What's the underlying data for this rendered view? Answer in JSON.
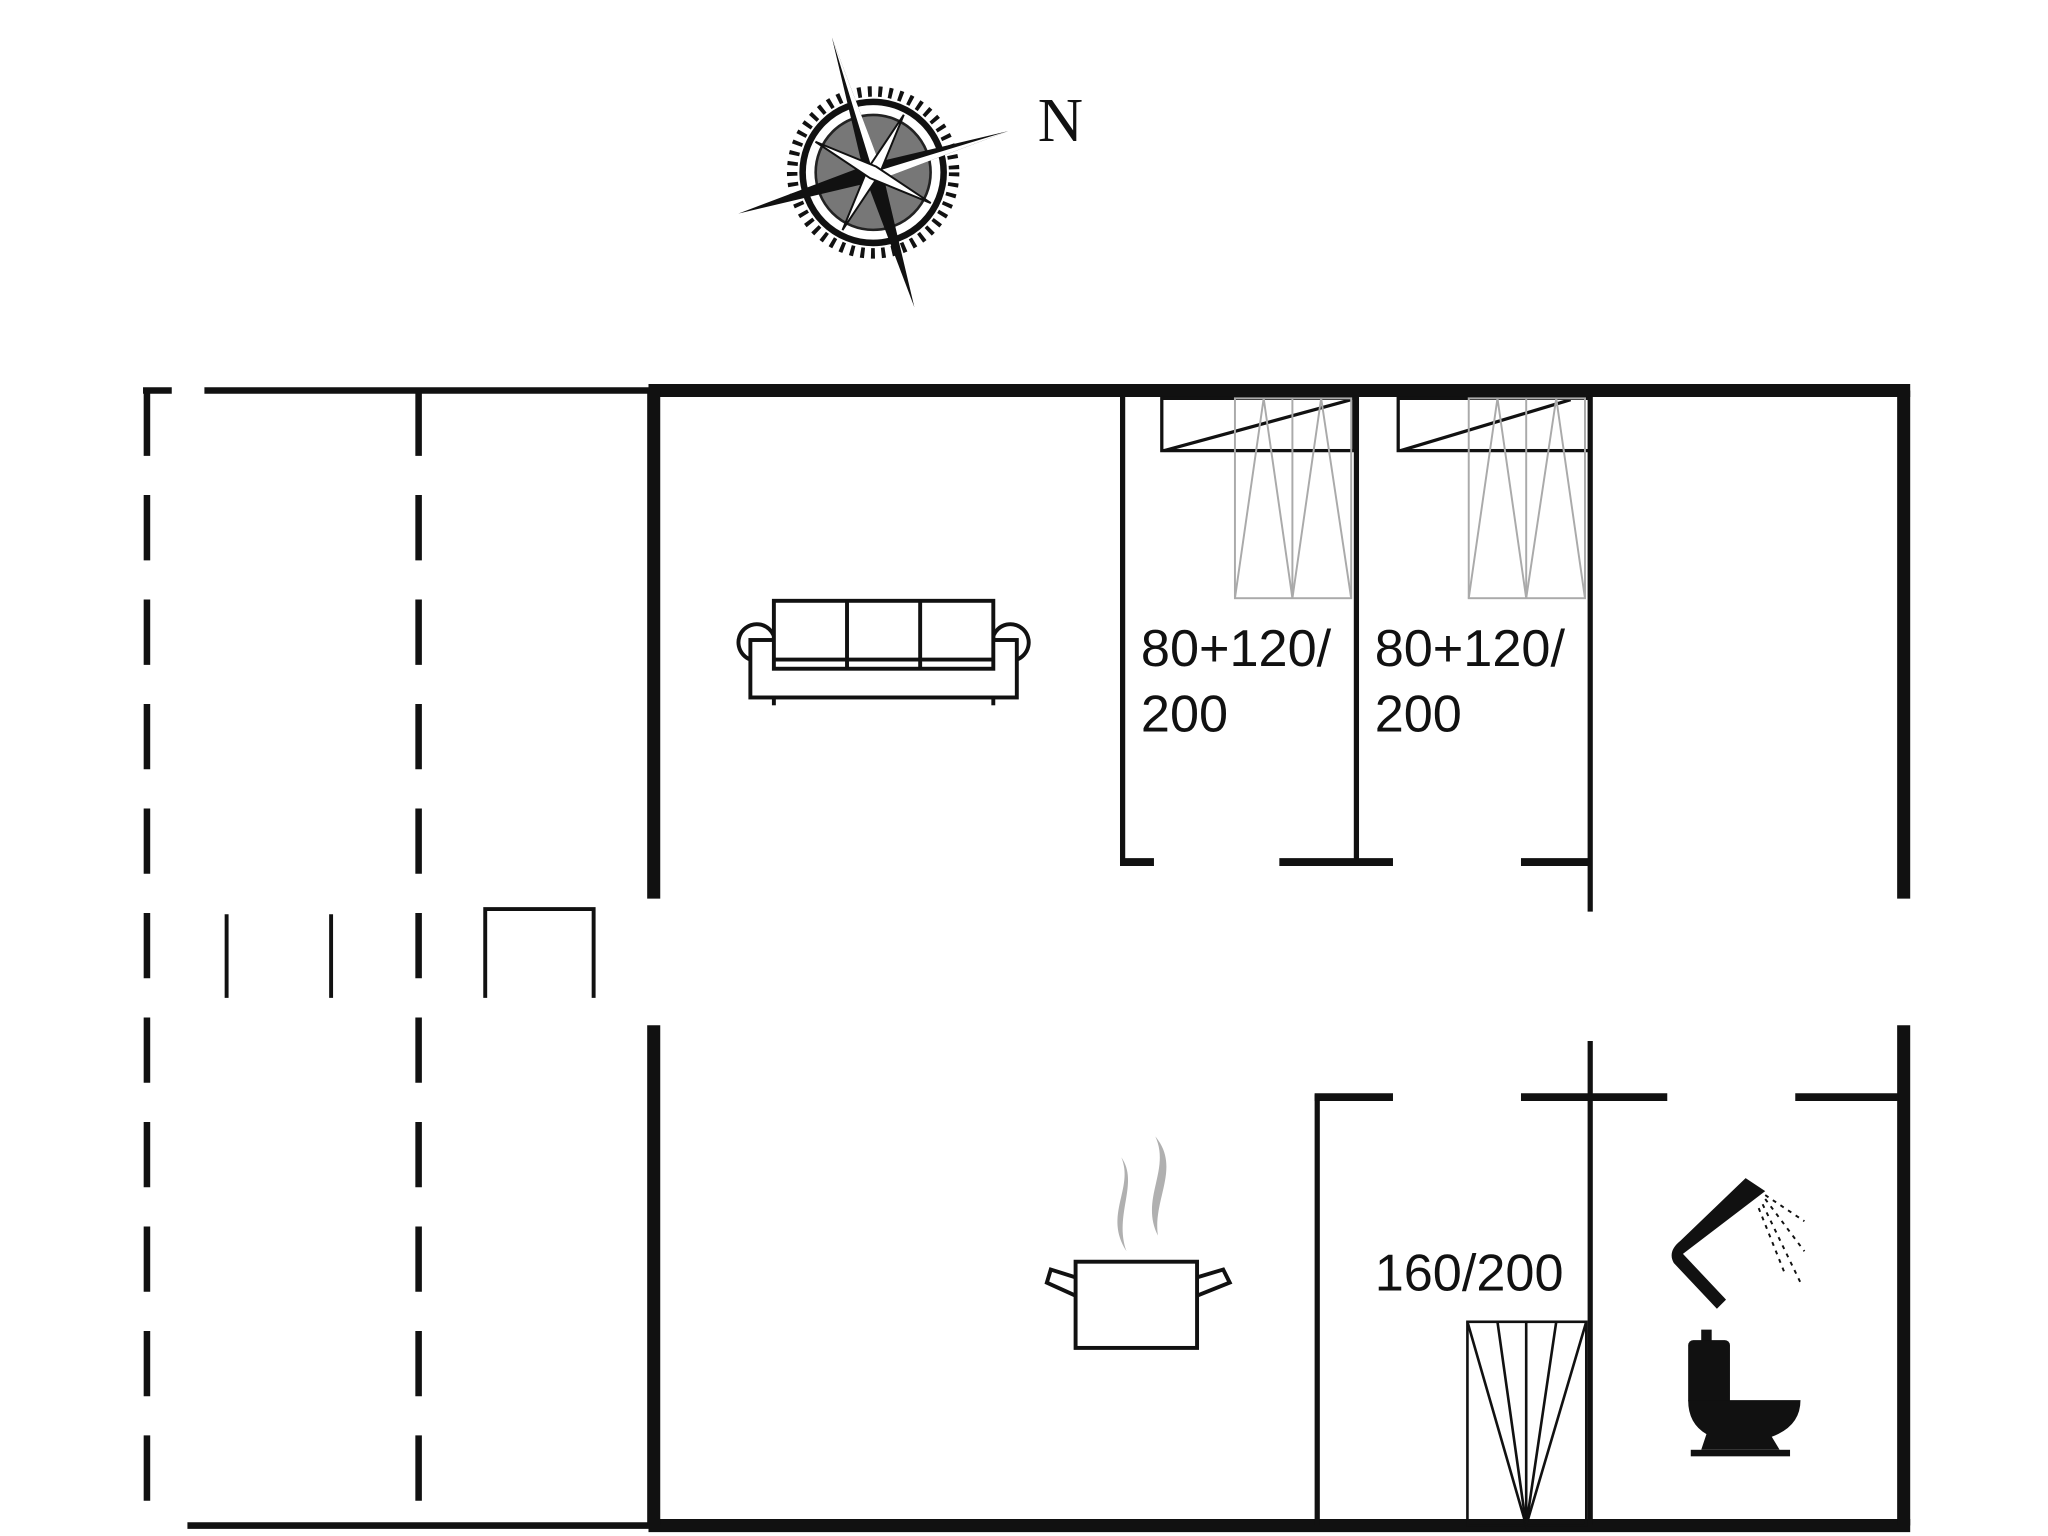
{
  "compass": {
    "north_label": "N",
    "icon": "compass-rose-icon"
  },
  "rooms": {
    "bedroom_1": {
      "bed_line1": "80+120/",
      "bed_line2": "200"
    },
    "bedroom_2": {
      "bed_line1": "80+120/",
      "bed_line2": "200"
    },
    "bedroom_3": {
      "bed_label": "160/200"
    }
  },
  "icons": [
    "sofa-icon",
    "cooking-pot-icon",
    "shower-icon",
    "toilet-icon",
    "wardrobe-icon",
    "bed-icon"
  ],
  "colors": {
    "wall": "#111111",
    "furniture_light": "#aaaaaa",
    "steam": "#b0b0b0"
  }
}
